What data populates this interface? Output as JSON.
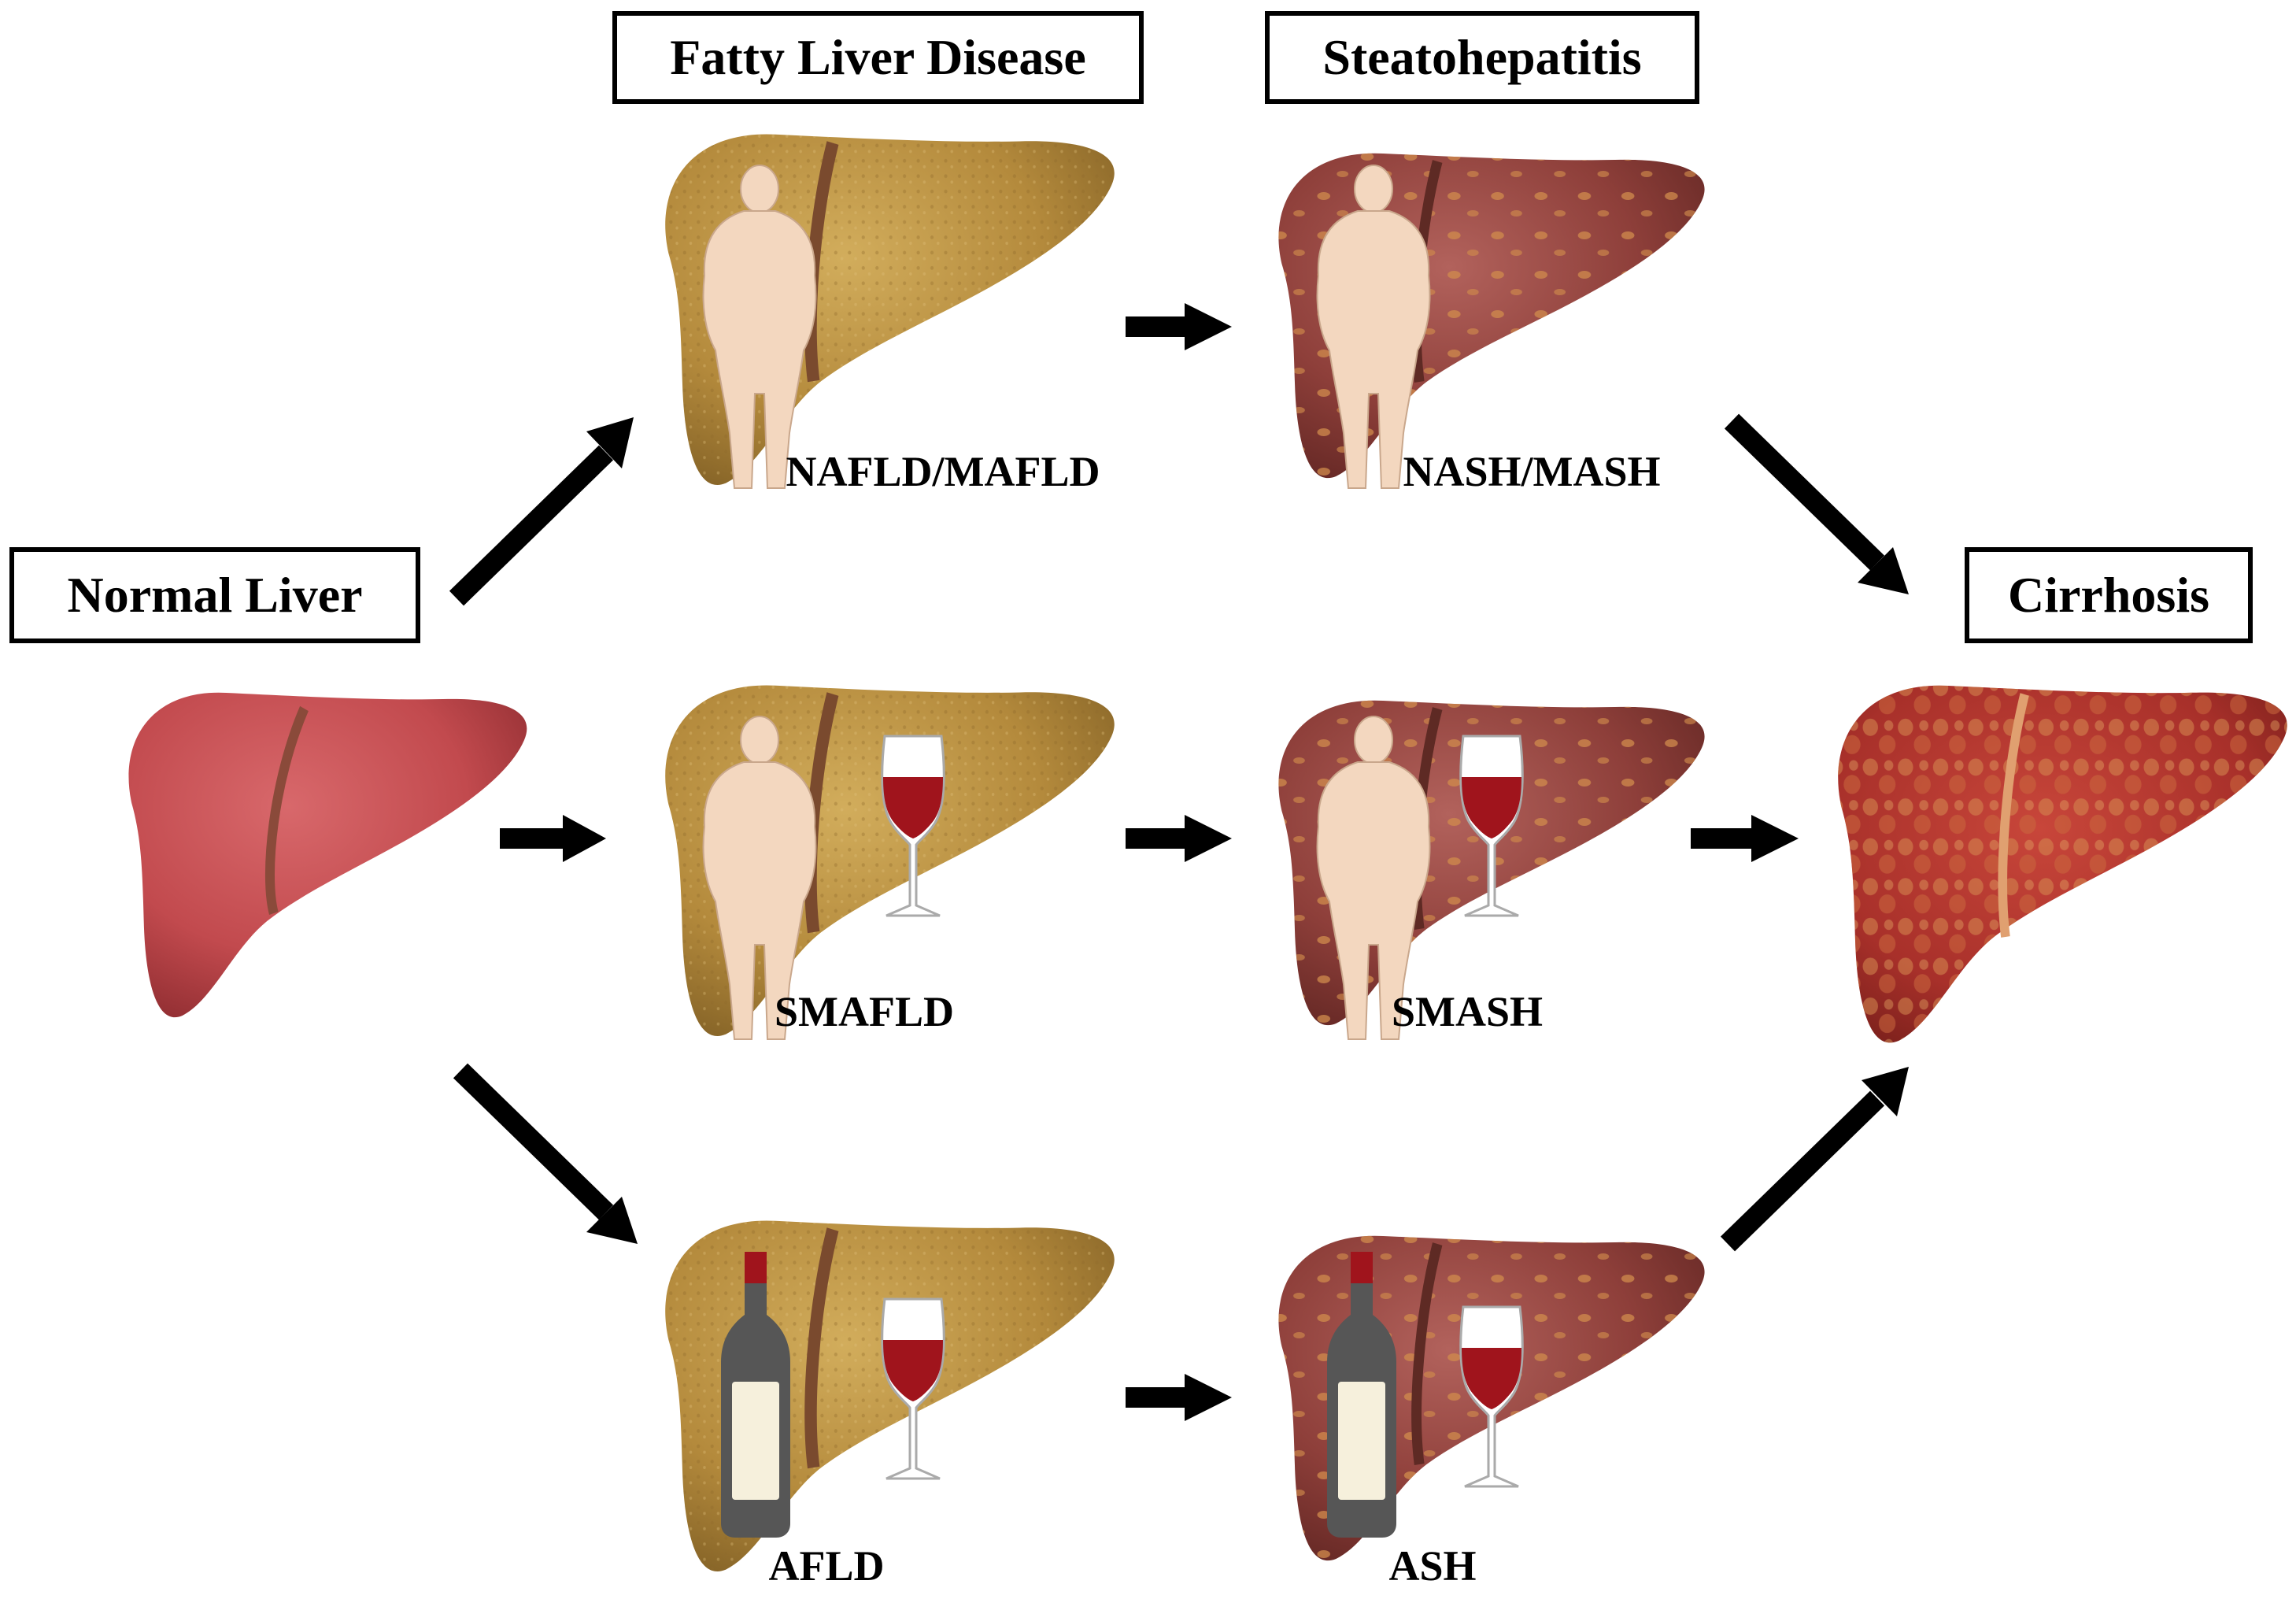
{
  "headers": {
    "normal": "Normal Liver",
    "fatty": "Fatty Liver Disease",
    "steato": "Steatohepatitis",
    "cirrhosis": "Cirrhosis"
  },
  "labels": {
    "nafld": "NAFLD/MAFLD",
    "smafld": "SMAFLD",
    "afld": "AFLD",
    "nash": "NASH/MASH",
    "smash": "SMASH",
    "ash": "ASH"
  },
  "colors": {
    "normal_liver": "#c24a4e",
    "fatty_liver": "#b48a3c",
    "inflamed_liver": "#8e3f3a",
    "cirrhotic_liver": "#a8302a",
    "wine": "#a0141c",
    "bottle": "#565656",
    "body_skin": "#f3d7bf",
    "arrow": "#000000"
  }
}
